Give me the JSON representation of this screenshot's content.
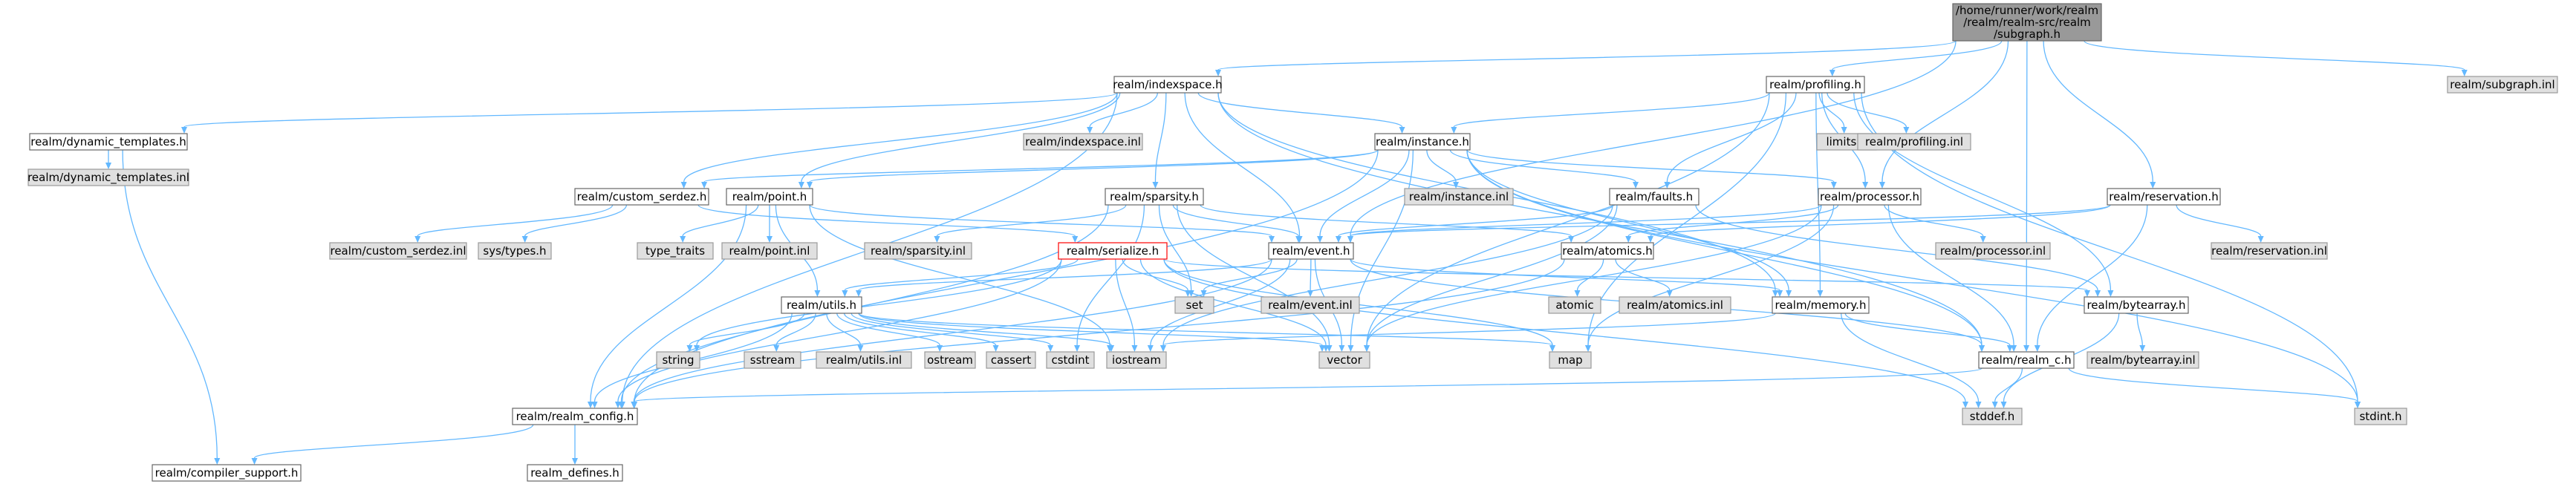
{
  "colors": {
    "root_fill": "#999999",
    "normal_fill": "#ffffff",
    "normal_stroke": "#666666",
    "stub_fill": "#e0e0e0",
    "stub_stroke": "#999999",
    "serialize_stroke": "#ff0000",
    "edge": "#63b8ff"
  },
  "graph": {
    "nodes": [
      {
        "id": "root",
        "lines": [
          "/home/runner/work/realm",
          "/realm/realm-src/realm",
          "/subgraph.h"
        ],
        "kind": "root"
      },
      {
        "id": "indexspace",
        "lines": [
          "realm/indexspace.h"
        ],
        "kind": "normal"
      },
      {
        "id": "profiling",
        "lines": [
          "realm/profiling.h"
        ],
        "kind": "normal"
      },
      {
        "id": "subgraph_inl",
        "lines": [
          "realm/subgraph.inl"
        ],
        "kind": "stub"
      },
      {
        "id": "dynamic_templates",
        "lines": [
          "realm/dynamic_templates.h"
        ],
        "kind": "normal"
      },
      {
        "id": "dynamic_templates_inl",
        "lines": [
          "realm/dynamic_templates.inl"
        ],
        "kind": "stub"
      },
      {
        "id": "indexspace_inl",
        "lines": [
          "realm/indexspace.inl"
        ],
        "kind": "stub"
      },
      {
        "id": "instance",
        "lines": [
          "realm/instance.h"
        ],
        "kind": "normal"
      },
      {
        "id": "limits",
        "lines": [
          "limits.h"
        ],
        "kind": "stub"
      },
      {
        "id": "profiling_inl",
        "lines": [
          "realm/profiling.inl"
        ],
        "kind": "stub"
      },
      {
        "id": "custom_serdez",
        "lines": [
          "realm/custom_serdez.h"
        ],
        "kind": "normal"
      },
      {
        "id": "point",
        "lines": [
          "realm/point.h"
        ],
        "kind": "normal"
      },
      {
        "id": "sparsity",
        "lines": [
          "realm/sparsity.h"
        ],
        "kind": "normal"
      },
      {
        "id": "instance_inl",
        "lines": [
          "realm/instance.inl"
        ],
        "kind": "stub"
      },
      {
        "id": "faults",
        "lines": [
          "realm/faults.h"
        ],
        "kind": "normal"
      },
      {
        "id": "processor",
        "lines": [
          "realm/processor.h"
        ],
        "kind": "normal"
      },
      {
        "id": "reservation",
        "lines": [
          "realm/reservation.h"
        ],
        "kind": "normal"
      },
      {
        "id": "custom_serdez_inl",
        "lines": [
          "realm/custom_serdez.inl"
        ],
        "kind": "stub"
      },
      {
        "id": "sys_types",
        "lines": [
          "sys/types.h"
        ],
        "kind": "stub"
      },
      {
        "id": "type_traits",
        "lines": [
          "type_traits"
        ],
        "kind": "stub"
      },
      {
        "id": "point_inl",
        "lines": [
          "realm/point.inl"
        ],
        "kind": "stub"
      },
      {
        "id": "sparsity_inl",
        "lines": [
          "realm/sparsity.inl"
        ],
        "kind": "stub"
      },
      {
        "id": "serialize",
        "lines": [
          "realm/serialize.h"
        ],
        "kind": "serialize"
      },
      {
        "id": "event",
        "lines": [
          "realm/event.h"
        ],
        "kind": "normal"
      },
      {
        "id": "atomics",
        "lines": [
          "realm/atomics.h"
        ],
        "kind": "normal"
      },
      {
        "id": "processor_inl",
        "lines": [
          "realm/processor.inl"
        ],
        "kind": "stub"
      },
      {
        "id": "reservation_inl",
        "lines": [
          "realm/reservation.inl"
        ],
        "kind": "stub"
      },
      {
        "id": "set",
        "lines": [
          "set"
        ],
        "kind": "stub"
      },
      {
        "id": "event_inl",
        "lines": [
          "realm/event.inl"
        ],
        "kind": "stub"
      },
      {
        "id": "atomic",
        "lines": [
          "atomic"
        ],
        "kind": "stub"
      },
      {
        "id": "atomics_inl",
        "lines": [
          "realm/atomics.inl"
        ],
        "kind": "stub"
      },
      {
        "id": "memory",
        "lines": [
          "realm/memory.h"
        ],
        "kind": "normal"
      },
      {
        "id": "bytearray",
        "lines": [
          "realm/bytearray.h"
        ],
        "kind": "normal"
      },
      {
        "id": "utils",
        "lines": [
          "realm/utils.h"
        ],
        "kind": "normal"
      },
      {
        "id": "string",
        "lines": [
          "string"
        ],
        "kind": "stub"
      },
      {
        "id": "sstream",
        "lines": [
          "sstream"
        ],
        "kind": "stub"
      },
      {
        "id": "utils_inl",
        "lines": [
          "realm/utils.inl"
        ],
        "kind": "stub"
      },
      {
        "id": "ostream",
        "lines": [
          "ostream"
        ],
        "kind": "stub"
      },
      {
        "id": "cassert",
        "lines": [
          "cassert"
        ],
        "kind": "stub"
      },
      {
        "id": "cstdint",
        "lines": [
          "cstdint"
        ],
        "kind": "stub"
      },
      {
        "id": "iostream",
        "lines": [
          "iostream"
        ],
        "kind": "stub"
      },
      {
        "id": "vector",
        "lines": [
          "vector"
        ],
        "kind": "stub"
      },
      {
        "id": "map",
        "lines": [
          "map"
        ],
        "kind": "stub"
      },
      {
        "id": "realm_c",
        "lines": [
          "realm/realm_c.h"
        ],
        "kind": "normal"
      },
      {
        "id": "bytearray_inl",
        "lines": [
          "realm/bytearray.inl"
        ],
        "kind": "stub"
      },
      {
        "id": "realm_config",
        "lines": [
          "realm/realm_config.h"
        ],
        "kind": "normal"
      },
      {
        "id": "stddef",
        "lines": [
          "stddef.h"
        ],
        "kind": "stub"
      },
      {
        "id": "stdint",
        "lines": [
          "stdint.h"
        ],
        "kind": "stub"
      },
      {
        "id": "realm_defines",
        "lines": [
          "realm_defines.h"
        ],
        "kind": "normal"
      },
      {
        "id": "compiler_support",
        "lines": [
          "realm/compiler_support.h"
        ],
        "kind": "normal"
      }
    ],
    "edges": [
      [
        "root",
        "indexspace"
      ],
      [
        "root",
        "profiling"
      ],
      [
        "root",
        "subgraph_inl"
      ],
      [
        "root",
        "event"
      ],
      [
        "root",
        "processor"
      ],
      [
        "root",
        "reservation"
      ],
      [
        "root",
        "realm_c"
      ],
      [
        "indexspace",
        "dynamic_templates"
      ],
      [
        "indexspace",
        "indexspace_inl"
      ],
      [
        "indexspace",
        "instance"
      ],
      [
        "indexspace",
        "custom_serdez"
      ],
      [
        "indexspace",
        "point"
      ],
      [
        "indexspace",
        "sparsity"
      ],
      [
        "indexspace",
        "event"
      ],
      [
        "indexspace",
        "memory"
      ],
      [
        "indexspace",
        "realm_c"
      ],
      [
        "indexspace",
        "realm_config"
      ],
      [
        "profiling",
        "limits"
      ],
      [
        "profiling",
        "profiling_inl"
      ],
      [
        "profiling",
        "instance"
      ],
      [
        "profiling",
        "faults"
      ],
      [
        "profiling",
        "processor"
      ],
      [
        "profiling",
        "memory"
      ],
      [
        "profiling",
        "bytearray"
      ],
      [
        "profiling",
        "vector"
      ],
      [
        "profiling",
        "map"
      ],
      [
        "profiling",
        "stdint"
      ],
      [
        "dynamic_templates",
        "dynamic_templates_inl"
      ],
      [
        "dynamic_templates",
        "compiler_support"
      ],
      [
        "instance",
        "instance_inl"
      ],
      [
        "instance",
        "custom_serdez"
      ],
      [
        "instance",
        "point"
      ],
      [
        "instance",
        "event"
      ],
      [
        "instance",
        "memory"
      ],
      [
        "instance",
        "processor"
      ],
      [
        "instance",
        "faults"
      ],
      [
        "instance",
        "vector"
      ],
      [
        "instance",
        "realm_c"
      ],
      [
        "instance",
        "realm_config"
      ],
      [
        "instance",
        "stdint"
      ],
      [
        "custom_serdez",
        "custom_serdez_inl"
      ],
      [
        "custom_serdez",
        "sys_types"
      ],
      [
        "custom_serdez",
        "serialize"
      ],
      [
        "point",
        "type_traits"
      ],
      [
        "point",
        "point_inl"
      ],
      [
        "point",
        "utils"
      ],
      [
        "point",
        "event"
      ],
      [
        "point",
        "realm_config"
      ],
      [
        "point",
        "iostream"
      ],
      [
        "sparsity",
        "sparsity_inl"
      ],
      [
        "sparsity",
        "event"
      ],
      [
        "sparsity",
        "atomics"
      ],
      [
        "sparsity",
        "realm_config"
      ],
      [
        "sparsity",
        "set"
      ],
      [
        "sparsity",
        "vector"
      ],
      [
        "sparsity",
        "cstdint"
      ],
      [
        "faults",
        "event"
      ],
      [
        "faults",
        "bytearray"
      ],
      [
        "faults",
        "vector"
      ],
      [
        "faults",
        "iostream"
      ],
      [
        "processor",
        "processor_inl"
      ],
      [
        "processor",
        "event"
      ],
      [
        "processor",
        "atomics"
      ],
      [
        "processor",
        "realm_c"
      ],
      [
        "processor",
        "vector"
      ],
      [
        "processor",
        "map"
      ],
      [
        "reservation",
        "reservation_inl"
      ],
      [
        "reservation",
        "event"
      ],
      [
        "reservation",
        "atomics"
      ],
      [
        "reservation",
        "realm_c"
      ],
      [
        "serialize",
        "utils"
      ],
      [
        "serialize",
        "bytearray"
      ],
      [
        "serialize",
        "realm_config"
      ],
      [
        "serialize",
        "set"
      ],
      [
        "serialize",
        "vector"
      ],
      [
        "serialize",
        "map"
      ],
      [
        "serialize",
        "string"
      ],
      [
        "serialize",
        "stddef"
      ],
      [
        "serialize",
        "iostream"
      ],
      [
        "event",
        "event_inl"
      ],
      [
        "event",
        "utils"
      ],
      [
        "event",
        "memory"
      ],
      [
        "event",
        "realm_c"
      ],
      [
        "event",
        "realm_config"
      ],
      [
        "event",
        "set"
      ],
      [
        "event",
        "vector"
      ],
      [
        "event",
        "iostream"
      ],
      [
        "atomics",
        "atomic"
      ],
      [
        "atomics",
        "atomics_inl"
      ],
      [
        "atomics",
        "realm_config"
      ],
      [
        "memory",
        "realm_c"
      ],
      [
        "memory",
        "stddef"
      ],
      [
        "memory",
        "iostream"
      ],
      [
        "bytearray",
        "bytearray_inl"
      ],
      [
        "bytearray",
        "stddef"
      ],
      [
        "utils",
        "string"
      ],
      [
        "utils",
        "sstream"
      ],
      [
        "utils",
        "utils_inl"
      ],
      [
        "utils",
        "ostream"
      ],
      [
        "utils",
        "cassert"
      ],
      [
        "utils",
        "cstdint"
      ],
      [
        "utils",
        "iostream"
      ],
      [
        "utils",
        "vector"
      ],
      [
        "utils",
        "map"
      ],
      [
        "utils",
        "realm_config"
      ],
      [
        "realm_c",
        "realm_config"
      ],
      [
        "realm_c",
        "stddef"
      ],
      [
        "realm_c",
        "stdint"
      ],
      [
        "realm_config",
        "realm_defines"
      ],
      [
        "realm_config",
        "compiler_support"
      ]
    ]
  }
}
